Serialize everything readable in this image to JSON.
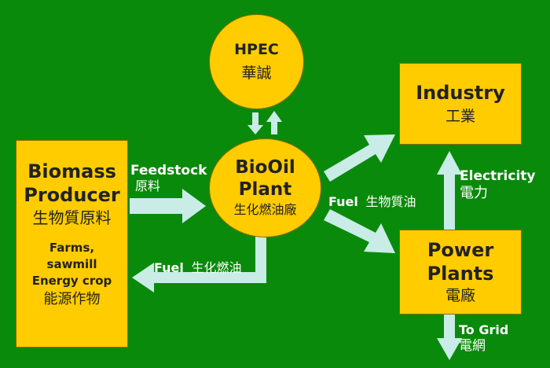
{
  "colors": {
    "background": "#0a8a0a",
    "node_fill": "#ffcc00",
    "arrow_fill": "#c9ece7",
    "label_text": "#ffffff"
  },
  "nodes": {
    "hpec": {
      "title": "HPEC",
      "subtitle": "華誠"
    },
    "biomass": {
      "title_line1": "Biomass",
      "title_line2": "Producer",
      "subtitle": "生物質原料",
      "detail_line1": "Farms,",
      "detail_line2": "sawmill",
      "detail_line3": "Energy crop",
      "detail_zh": "能源作物"
    },
    "bioil": {
      "title_line1": "BioOil",
      "title_line2": "Plant",
      "subtitle": "生化燃油廠"
    },
    "industry": {
      "title": "Industry",
      "subtitle": "工業"
    },
    "power": {
      "title_line1": "Power",
      "title_line2": "Plants",
      "subtitle": "電廠"
    }
  },
  "edges": {
    "feedstock": {
      "label": "Feedstock",
      "label_zh": "原料"
    },
    "fuel_return": {
      "label": "Fuel",
      "label_zh": "生化燃油"
    },
    "fuel_to_plants": {
      "label": "Fuel",
      "label_zh": "生物質油"
    },
    "electricity": {
      "label": "Electricity",
      "label_zh": "電力"
    },
    "to_grid": {
      "label": "To Grid",
      "label_zh": "電網"
    }
  }
}
